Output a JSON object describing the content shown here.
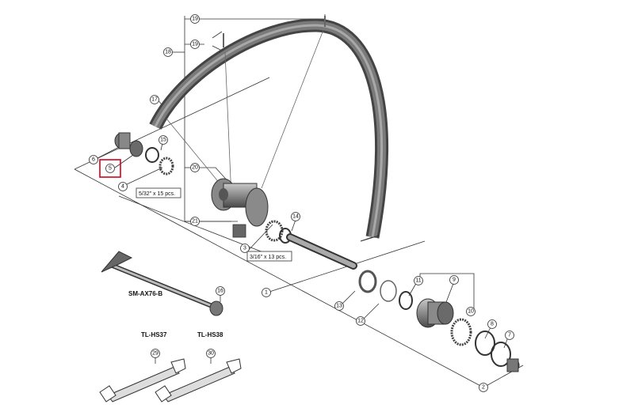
{
  "callouts": {
    "c1": "1",
    "c2": "2",
    "c3": "3",
    "c4": "4",
    "c5": "5",
    "c6": "6",
    "c7": "7",
    "c8": "8",
    "c9": "9",
    "c10": "10",
    "c11": "11",
    "c12": "12",
    "c13": "13",
    "c14": "14",
    "c15": "15",
    "c16": "16",
    "c17": "17",
    "c18": "18",
    "c19": "19",
    "c20": "20",
    "c21": "21",
    "c29": "29",
    "c30": "30"
  },
  "labels": {
    "axle": "SM-AX76-B",
    "tool1": "TL-HS37",
    "tool2": "TL-HS38",
    "balls1": "5/32\" x 15 pcs.",
    "balls2": "3/16\" x 13 pcs."
  },
  "colors": {
    "line": "#333333",
    "part": "#555555",
    "highlight": "#d0021b"
  }
}
